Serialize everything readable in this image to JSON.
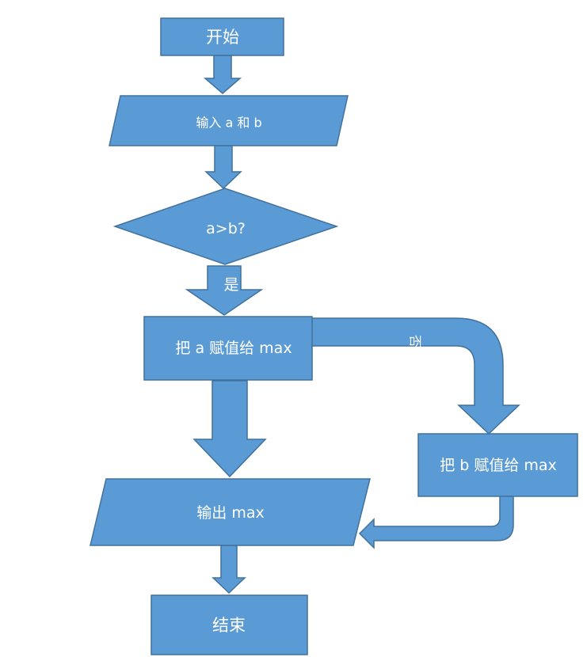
{
  "diagram": {
    "nodes": {
      "start": {
        "label": "开始",
        "shape": "process"
      },
      "input": {
        "label": "输入 a 和 b",
        "shape": "data"
      },
      "decision": {
        "label": "a>b?",
        "shape": "decision"
      },
      "assign_a": {
        "label": "把 a 赋值给 max",
        "shape": "process"
      },
      "assign_b": {
        "label": "把 b 赋值给 max",
        "shape": "process"
      },
      "output": {
        "label": "输出 max",
        "shape": "data"
      },
      "end": {
        "label": "结束",
        "shape": "process"
      }
    },
    "edges": {
      "yes_label": "是",
      "no_label": "否"
    }
  },
  "colors": {
    "fill": "#5b9bd5",
    "stroke": "#41719c",
    "text": "#ffffff"
  }
}
